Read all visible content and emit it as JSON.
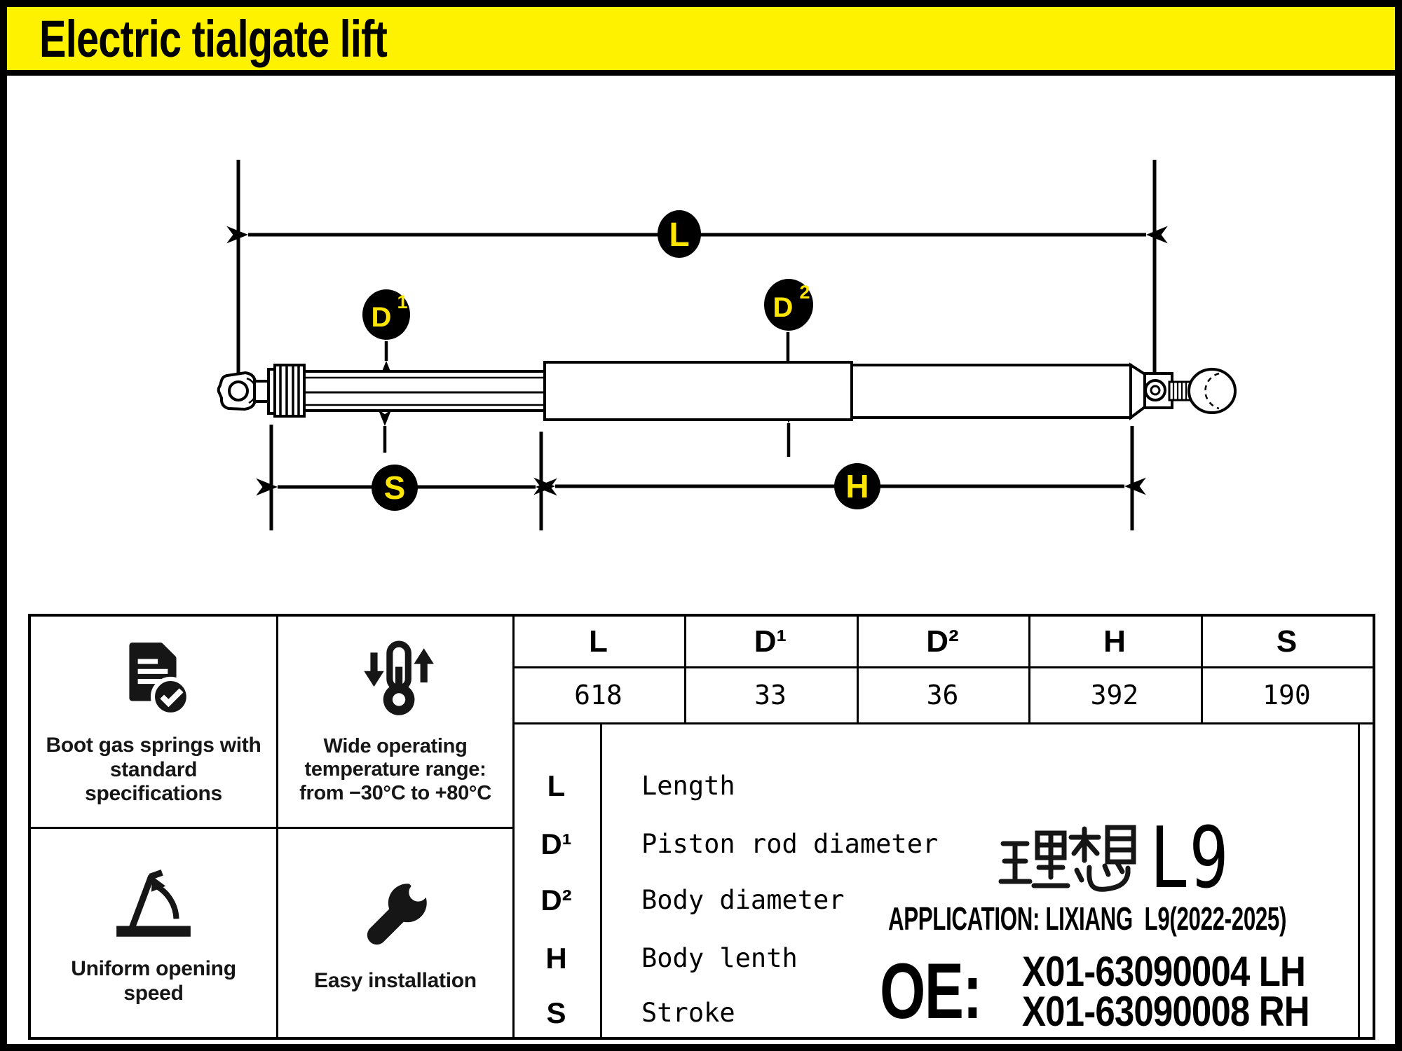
{
  "header": {
    "title": "Electric tialgate lift"
  },
  "colors": {
    "header_bg": "#FFF200",
    "accent_yellow": "#FFE600",
    "ink": "#000000"
  },
  "diagram": {
    "dims": {
      "length": {
        "label": "L"
      },
      "piston_rod_diameter": {
        "label": "D",
        "sup": "1"
      },
      "body_diameter": {
        "label": "D",
        "sup": "2"
      },
      "stroke": {
        "label": "S"
      },
      "body_length": {
        "label": "H"
      }
    }
  },
  "spec_table": {
    "columns": [
      {
        "header": "L",
        "value": "618"
      },
      {
        "header": "D¹",
        "value": "33"
      },
      {
        "header": "D²",
        "value": "36"
      },
      {
        "header": "H",
        "value": "392"
      },
      {
        "header": "S",
        "value": "190"
      }
    ]
  },
  "legend": {
    "rows": [
      {
        "symbol": "L",
        "desc": "Length"
      },
      {
        "symbol": "D¹",
        "desc": "Piston rod diameter"
      },
      {
        "symbol": "D²",
        "desc": "Body diameter"
      },
      {
        "symbol": "H",
        "desc": "Body lenth"
      },
      {
        "symbol": "S",
        "desc": "Stroke"
      }
    ]
  },
  "features": [
    {
      "icon": "document-check-icon",
      "label": "Boot gas springs with standard specifications"
    },
    {
      "icon": "thermometer-range-icon",
      "label": "Wide operating temperature range: from −30°C to +80°C"
    },
    {
      "icon": "opening-angle-icon",
      "label": "Uniform opening speed"
    },
    {
      "icon": "wrench-icon",
      "label": "Easy installation"
    }
  ],
  "product": {
    "model_cn": "理想",
    "model_code": "L9",
    "application": "APPLICATION: LIXIANG  L9(2022-2025)",
    "oe_label": "OE:",
    "oe_numbers": [
      "X01-63090004 LH",
      "X01-63090008 RH"
    ]
  }
}
